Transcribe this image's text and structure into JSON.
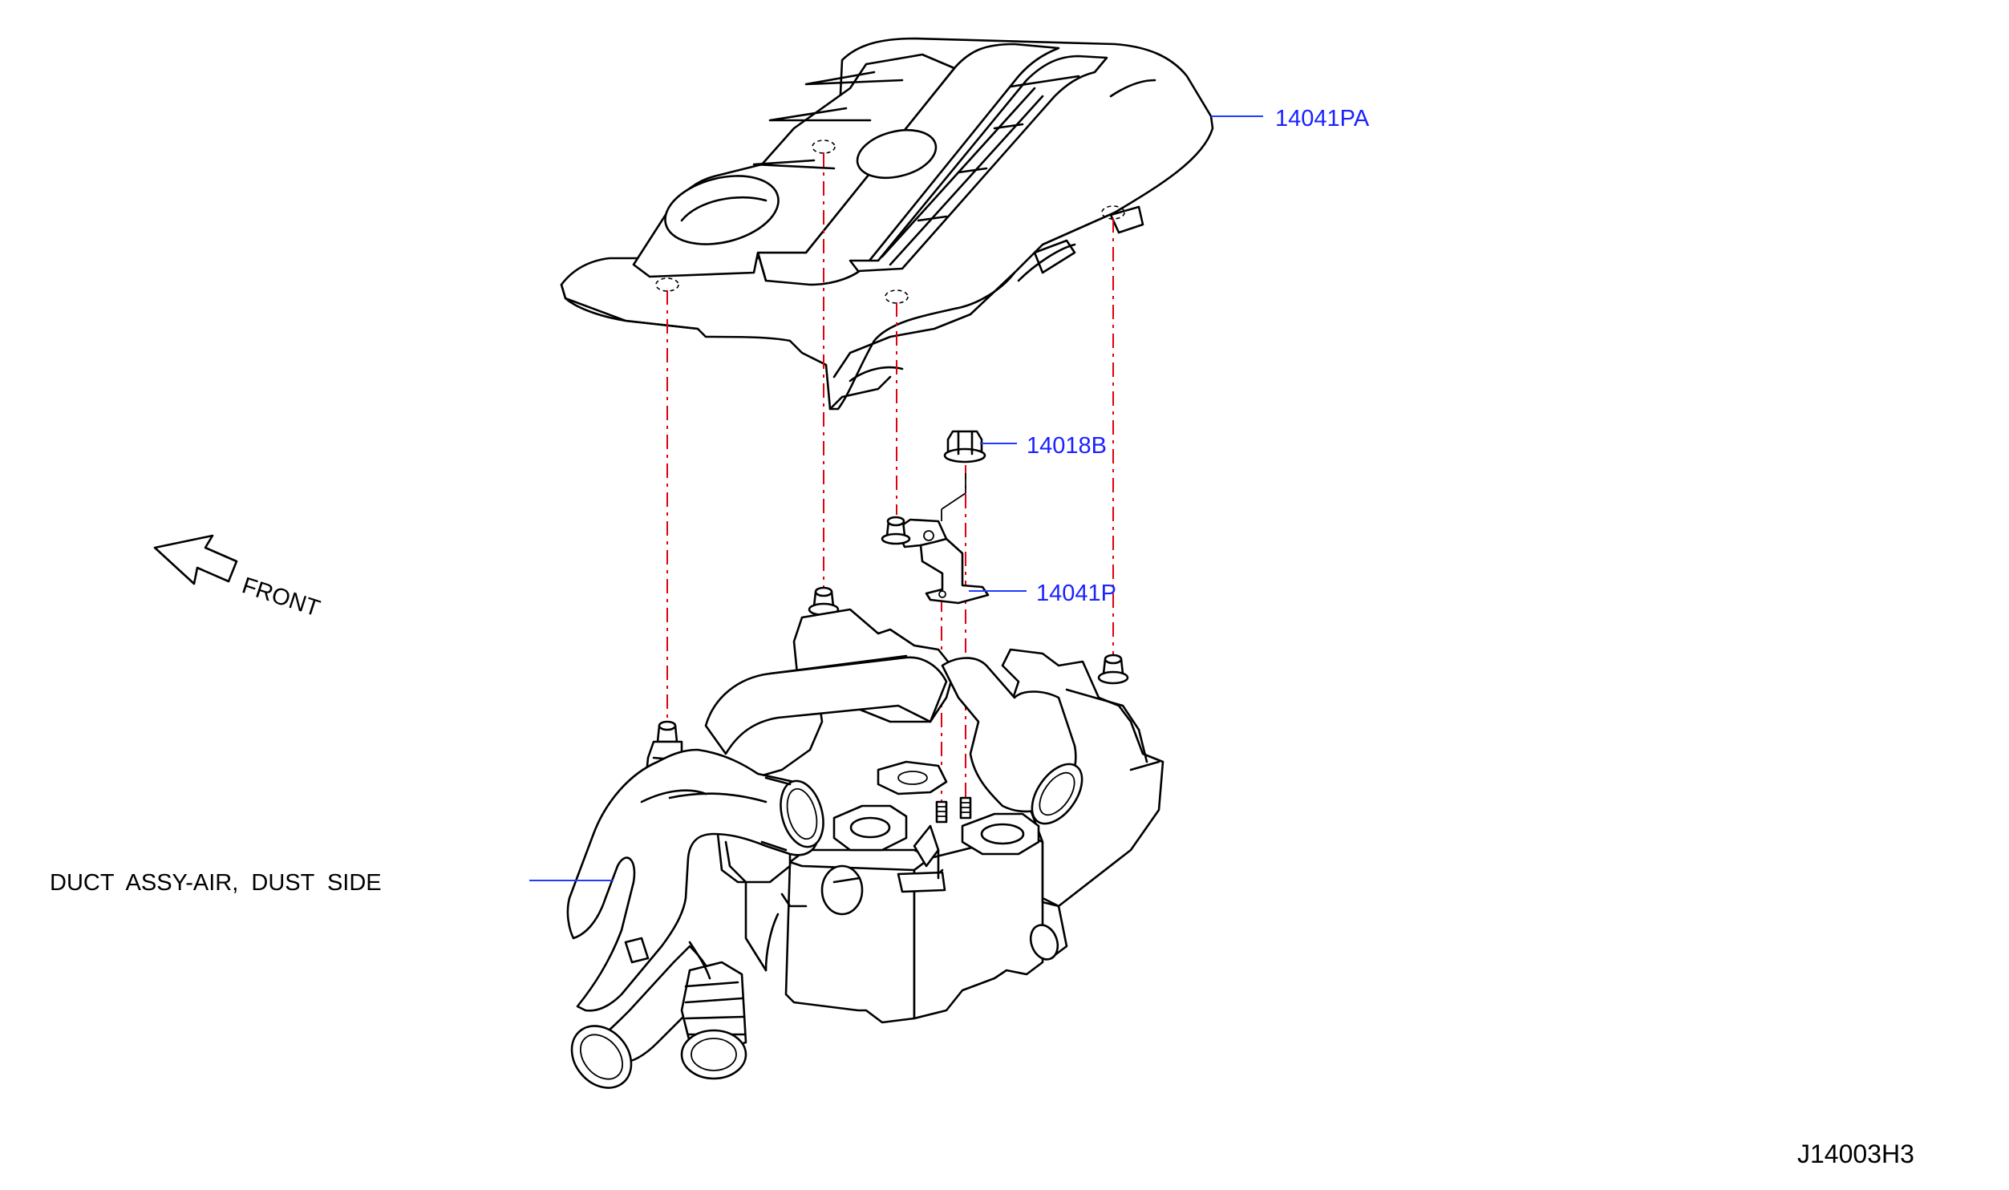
{
  "callouts": {
    "engine_cover": "14041PA",
    "nut": "14018B",
    "bracket": "14041P",
    "duct": "DUCT  ASSY-AIR,  DUST  SIDE"
  },
  "direction_label": "FRONT",
  "diagram_code": "J14003H3",
  "colors": {
    "callout_text": "#1a22ff",
    "leader_line": "#1f3cff",
    "assembly_line": "#e0000e",
    "drawing": "#000000"
  }
}
